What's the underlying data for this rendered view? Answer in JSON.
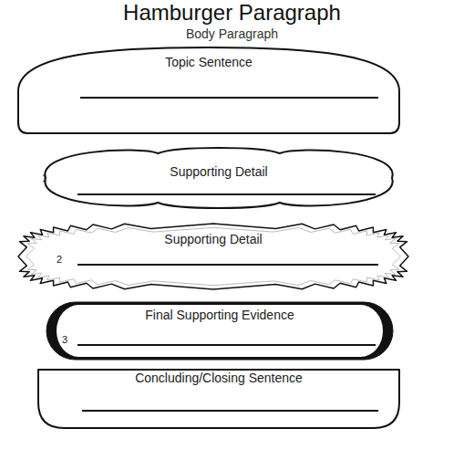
{
  "diagram": {
    "title": "Hamburger Paragraph",
    "nodes": [
      {
        "text": [
          "Topic Sentence"
        ]
      },
      {
        "text": [
          "Supporting Detail",
          "1"
        ]
      },
      {
        "text": [
          "Supporting Detail",
          "2"
        ]
      },
      {
        "text": [
          "Final Supporting Evidence",
          "3"
        ]
      },
      {
        "text": [
          "Concluding/Closing Sentence"
        ]
      }
    ],
    "labels": [
      "Body Paragraph"
    ]
  }
}
